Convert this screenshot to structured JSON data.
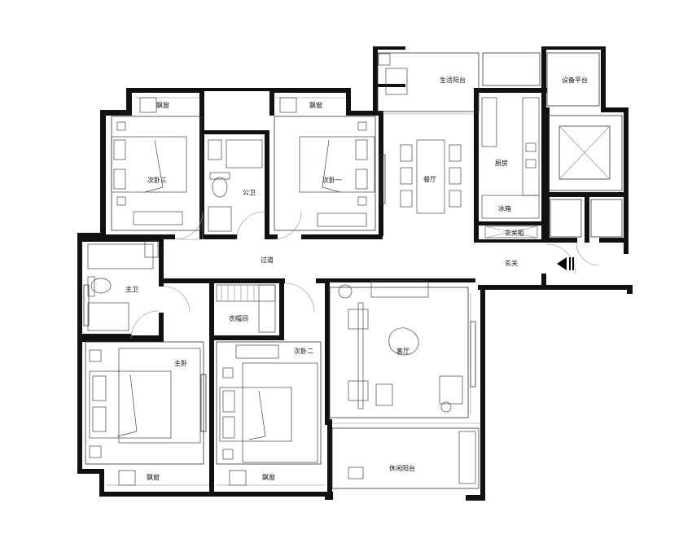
{
  "rooms": {
    "bay_window_left_top": "飘窗",
    "bay_window_mid_top": "飘窗",
    "second_bedroom_three": "次卧三",
    "public_bath": "公卫",
    "second_bedroom_one": "次卧一",
    "service_balcony": "生活阳台",
    "equipment_platform": "设备平台",
    "dining": "餐厅",
    "kitchen": "厨房",
    "fridge": "冰箱",
    "shoe_cabinet": "玄关柜",
    "corridor": "过道",
    "foyer": "玄关",
    "master_bath": "主卫",
    "wardrobe_room": "衣帽间",
    "second_bedroom_two": "次卧二",
    "living_room": "客厅",
    "master_bedroom": "主卧",
    "bay_window_left_bottom": "飘窗",
    "bay_window_mid_bottom": "飘窗",
    "leisure_balcony": "休闲阳台"
  }
}
